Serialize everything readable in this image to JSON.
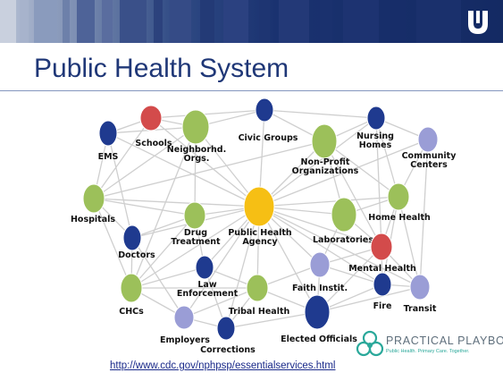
{
  "slide": {
    "title": "Public Health System",
    "source_link": "http://www.cdc.gov/nphpsp/essentialservices.html"
  },
  "brand": {
    "name": "PRACTICAL PLAYBOOK",
    "tagline": "Public Health. Primary Care. Together.",
    "icon": "interlocking-rings-icon"
  },
  "header": {
    "logo_icon": "university-shield-icon"
  },
  "colors": {
    "title": "#1f3777",
    "dark_blue": "#1f3a8f",
    "green": "#9cc05a",
    "red": "#d34b4b",
    "lavender": "#9a9dd6",
    "gold": "#f6bf14",
    "edge": "#cfcfcf"
  },
  "network": {
    "nodes": [
      {
        "id": "schools",
        "label": [
          "Schools"
        ],
        "color": "red"
      },
      {
        "id": "neighborhood",
        "label": [
          "Neighborhd.",
          "Orgs."
        ],
        "color": "green"
      },
      {
        "id": "civic",
        "label": [
          "Civic Groups"
        ],
        "color": "dark_blue"
      },
      {
        "id": "nursing",
        "label": [
          "Nursing",
          "Homes"
        ],
        "color": "dark_blue"
      },
      {
        "id": "community",
        "label": [
          "Community",
          "Centers"
        ],
        "color": "lavender"
      },
      {
        "id": "ems",
        "label": [
          "EMS"
        ],
        "color": "dark_blue"
      },
      {
        "id": "nonprofit",
        "label": [
          "Non-Profit",
          "Organizations"
        ],
        "color": "green"
      },
      {
        "id": "hospitals",
        "label": [
          "Hospitals"
        ],
        "color": "green"
      },
      {
        "id": "drug",
        "label": [
          "Drug",
          "Treatment"
        ],
        "color": "green"
      },
      {
        "id": "agency",
        "label": [
          "Public Health",
          "Agency"
        ],
        "color": "gold"
      },
      {
        "id": "labs",
        "label": [
          "Laboratories"
        ],
        "color": "green"
      },
      {
        "id": "homehealth",
        "label": [
          "Home Health"
        ],
        "color": "green"
      },
      {
        "id": "doctors",
        "label": [
          "Doctors"
        ],
        "color": "dark_blue"
      },
      {
        "id": "mental",
        "label": [
          "Mental Health"
        ],
        "color": "red"
      },
      {
        "id": "law",
        "label": [
          "Law",
          "Enforcement"
        ],
        "color": "dark_blue"
      },
      {
        "id": "faith",
        "label": [
          "Faith Instit."
        ],
        "color": "lavender"
      },
      {
        "id": "chcs",
        "label": [
          "CHCs"
        ],
        "color": "green"
      },
      {
        "id": "tribal",
        "label": [
          "Tribal Health"
        ],
        "color": "green"
      },
      {
        "id": "fire",
        "label": [
          "Fire"
        ],
        "color": "dark_blue"
      },
      {
        "id": "transit",
        "label": [
          "Transit"
        ],
        "color": "lavender"
      },
      {
        "id": "employers",
        "label": [
          "Employers"
        ],
        "color": "lavender"
      },
      {
        "id": "corrections",
        "label": [
          "Corrections"
        ],
        "color": "dark_blue"
      },
      {
        "id": "elected",
        "label": [
          "Elected Officials"
        ],
        "color": "dark_blue"
      }
    ],
    "edges": [
      [
        "agency",
        "schools"
      ],
      [
        "agency",
        "neighborhood"
      ],
      [
        "agency",
        "civic"
      ],
      [
        "agency",
        "nursing"
      ],
      [
        "agency",
        "community"
      ],
      [
        "agency",
        "ems"
      ],
      [
        "agency",
        "nonprofit"
      ],
      [
        "agency",
        "hospitals"
      ],
      [
        "agency",
        "drug"
      ],
      [
        "agency",
        "labs"
      ],
      [
        "agency",
        "homehealth"
      ],
      [
        "agency",
        "doctors"
      ],
      [
        "agency",
        "mental"
      ],
      [
        "agency",
        "law"
      ],
      [
        "agency",
        "faith"
      ],
      [
        "agency",
        "chcs"
      ],
      [
        "agency",
        "tribal"
      ],
      [
        "agency",
        "fire"
      ],
      [
        "agency",
        "transit"
      ],
      [
        "agency",
        "employers"
      ],
      [
        "agency",
        "corrections"
      ],
      [
        "agency",
        "elected"
      ],
      [
        "ems",
        "schools"
      ],
      [
        "ems",
        "neighborhood"
      ],
      [
        "ems",
        "hospitals"
      ],
      [
        "ems",
        "doctors"
      ],
      [
        "schools",
        "neighborhood"
      ],
      [
        "schools",
        "civic"
      ],
      [
        "schools",
        "hospitals"
      ],
      [
        "neighborhood",
        "civic"
      ],
      [
        "neighborhood",
        "hospitals"
      ],
      [
        "neighborhood",
        "drug"
      ],
      [
        "neighborhood",
        "chcs"
      ],
      [
        "civic",
        "nonprofit"
      ],
      [
        "civic",
        "nursing"
      ],
      [
        "nursing",
        "community"
      ],
      [
        "nursing",
        "nonprofit"
      ],
      [
        "nursing",
        "homehealth"
      ],
      [
        "nursing",
        "mental"
      ],
      [
        "community",
        "homehealth"
      ],
      [
        "community",
        "transit"
      ],
      [
        "nonprofit",
        "labs"
      ],
      [
        "nonprofit",
        "homehealth"
      ],
      [
        "nonprofit",
        "mental"
      ],
      [
        "nonprofit",
        "hospitals"
      ],
      [
        "hospitals",
        "doctors"
      ],
      [
        "hospitals",
        "chcs"
      ],
      [
        "hospitals",
        "drug"
      ],
      [
        "drug",
        "doctors"
      ],
      [
        "drug",
        "law"
      ],
      [
        "drug",
        "chcs"
      ],
      [
        "doctors",
        "chcs"
      ],
      [
        "doctors",
        "employers"
      ],
      [
        "law",
        "chcs"
      ],
      [
        "law",
        "corrections"
      ],
      [
        "law",
        "tribal"
      ],
      [
        "labs",
        "homehealth"
      ],
      [
        "labs",
        "mental"
      ],
      [
        "labs",
        "faith"
      ],
      [
        "homehealth",
        "mental"
      ],
      [
        "homehealth",
        "transit"
      ],
      [
        "homehealth",
        "fire"
      ],
      [
        "mental",
        "fire"
      ],
      [
        "mental",
        "transit"
      ],
      [
        "mental",
        "faith"
      ],
      [
        "mental",
        "elected"
      ],
      [
        "faith",
        "tribal"
      ],
      [
        "faith",
        "elected"
      ],
      [
        "faith",
        "fire"
      ],
      [
        "chcs",
        "employers"
      ],
      [
        "chcs",
        "tribal"
      ],
      [
        "tribal",
        "elected"
      ],
      [
        "tribal",
        "employers"
      ],
      [
        "tribal",
        "corrections"
      ],
      [
        "fire",
        "transit"
      ],
      [
        "fire",
        "elected"
      ],
      [
        "employers",
        "corrections"
      ],
      [
        "corrections",
        "elected"
      ],
      [
        "elected",
        "transit"
      ]
    ]
  }
}
